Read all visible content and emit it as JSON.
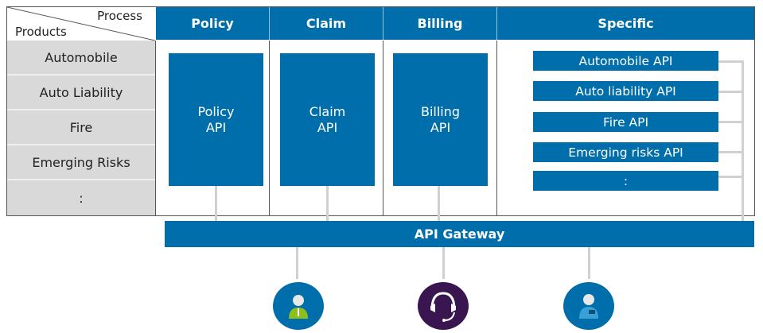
{
  "corner": {
    "process_label": "Process",
    "products_label": "Products"
  },
  "columns": [
    {
      "header": "Policy",
      "api_line1": "Policy",
      "api_line2": "API"
    },
    {
      "header": "Claim",
      "api_line1": "Claim",
      "api_line2": "API"
    },
    {
      "header": "Billing",
      "api_line1": "Billing",
      "api_line2": "API"
    },
    {
      "header": "Specific"
    }
  ],
  "products": [
    "Automobile",
    "Auto Liability",
    "Fire",
    "Emerging Risks",
    ":"
  ],
  "specific_apis": [
    "Automobile API",
    "Auto liability API",
    "Fire API",
    "Emerging risks API",
    ":"
  ],
  "gateway": {
    "label": "API Gateway"
  },
  "users": [
    {
      "icon": "employee-icon",
      "color": "#006eaa"
    },
    {
      "icon": "headset-icon",
      "color": "#3a1650"
    },
    {
      "icon": "agent-icon",
      "color": "#006eaa"
    }
  ],
  "colors": {
    "primary": "#006eaa",
    "product_bg": "#d9d9d9",
    "connector": "#d0d0d0",
    "accent_green": "#8cbf1e",
    "call_center": "#3a1650"
  }
}
